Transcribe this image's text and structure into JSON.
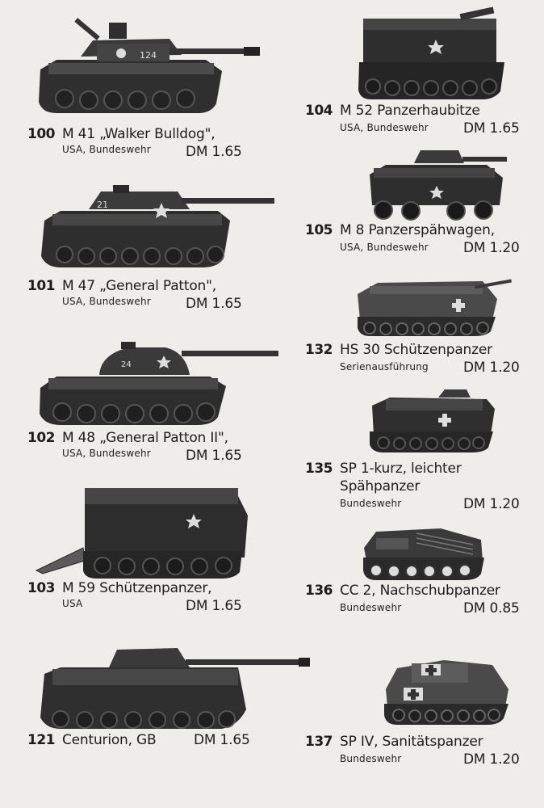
{
  "items": [
    {
      "number": "100",
      "title": "M 41 „Walker Bulldog\",",
      "origin": "USA, Bundeswehr",
      "price": "DM 1.65",
      "marking": "124",
      "icon": "tank-model-icon"
    },
    {
      "number": "101",
      "title": "M 47 „General Patton\",",
      "origin": "USA, Bundeswehr",
      "price": "DM 1.65",
      "marking": "21",
      "icon": "tank-model-icon"
    },
    {
      "number": "102",
      "title": "M 48 „General Patton II\",",
      "origin": "USA, Bundeswehr",
      "price": "DM 1.65",
      "marking": "24",
      "icon": "tank-model-icon"
    },
    {
      "number": "103",
      "title": "M 59 Schützenpanzer,",
      "origin": "USA",
      "price": "DM 1.65",
      "icon": "armored-carrier-model-icon"
    },
    {
      "number": "121",
      "title": "Centurion, GB",
      "price": "DM 1.65",
      "icon": "tank-model-icon"
    },
    {
      "number": "104",
      "title": "M 52 Panzerhaubitze",
      "origin": "USA, Bundeswehr",
      "price": "DM 1.65",
      "icon": "howitzer-model-icon"
    },
    {
      "number": "105",
      "title": "M 8 Panzerspähwagen,",
      "origin": "USA, Bundeswehr",
      "price": "DM 1.20",
      "icon": "armored-car-model-icon"
    },
    {
      "number": "132",
      "title": "HS 30 Schützenpanzer",
      "origin": "Serienausführung",
      "price": "DM 1.20",
      "icon": "infantry-carrier-model-icon"
    },
    {
      "number": "135",
      "title": "SP 1-kurz, leichter",
      "title2": "Spähpanzer",
      "origin": "Bundeswehr",
      "price": "DM 1.20",
      "icon": "scout-carrier-model-icon"
    },
    {
      "number": "136",
      "title": "CC 2, Nachschubpanzer",
      "origin": "Bundeswehr",
      "price": "DM 0.85",
      "icon": "supply-carrier-model-icon"
    },
    {
      "number": "137",
      "title": "SP IV, Sanitätspanzer",
      "origin": "Bundeswehr",
      "price": "DM 1.20",
      "icon": "ambulance-carrier-model-icon"
    }
  ]
}
